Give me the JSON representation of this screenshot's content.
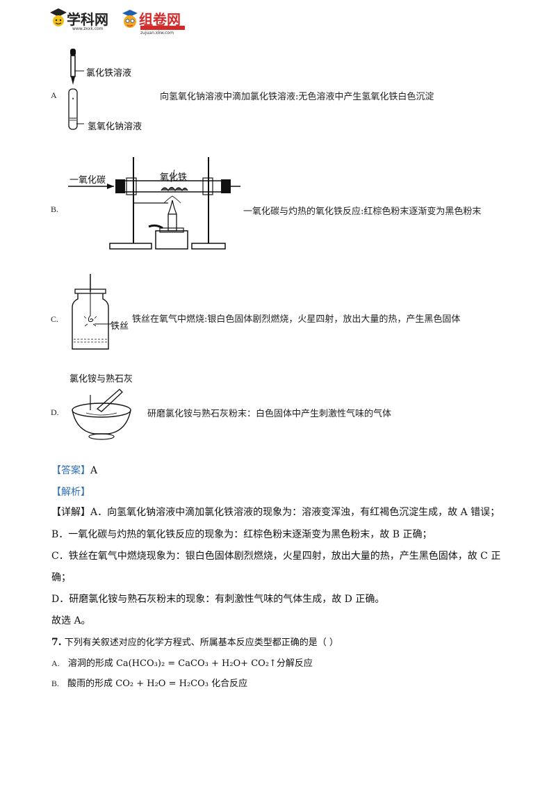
{
  "header": {
    "logo1_text": "学科网",
    "logo1_sub": "www.zxxk.com",
    "logo2_text": "组卷网",
    "logo2_sub": "zujuan.xkw.com"
  },
  "options": [
    {
      "letter": "A",
      "text": "向氢氧化钠溶液中滴加氯化铁溶液:无色溶液中产生氢氧化铁白色沉淀",
      "labels": [
        "氯化铁溶液",
        "氢氧化钠溶液"
      ]
    },
    {
      "letter": "B.",
      "text": "一氧化碳与灼热的氧化铁反应:红棕色粉末逐渐变为黑色粉末",
      "labels": [
        "一氧化碳",
        "氧化铁"
      ]
    },
    {
      "letter": "C.",
      "text": "铁丝在氧气中燃烧:银白色固体剧烈燃烧，火星四射，放出大量的热，产生黑色固体",
      "labels": [
        "铁丝"
      ]
    },
    {
      "letter": "D.",
      "text": "研磨氯化铵与熟石灰粉末：白色固体中产生刺激性气味的气体",
      "labels": [
        "氯化铵与熟石灰"
      ]
    }
  ],
  "answer": {
    "tag": "【答案】",
    "value": "A"
  },
  "analysis": {
    "tag": "【解析】"
  },
  "detail": {
    "tag": "【详解】",
    "lines": [
      "A．向氢氧化钠溶液中滴加氯化铁溶液的现象为：溶液变浑浊，有红褐色沉淀生成，故 A 错误；",
      "B．一氧化碳与灼热的氧化铁反应的现象为：红棕色粉末逐渐变为黑色粉末，故 B 正确；",
      "C．铁丝在氧气中燃烧现象为：银白色固体剧烈燃烧，火星四射，放出大量的热，产生黑色固体，故 C 正",
      "确；",
      "D．研磨氯化铵与熟石灰粉末的现象：有刺激性气味的气体生成，故 D 正确。",
      "故选 A。"
    ]
  },
  "question7": {
    "number": "7.",
    "stem": "下列有关叙述对应的化学方程式、所属基本反应类型都正确的是（    ）",
    "options": [
      {
        "letter": "A.",
        "text": "溶洞的形成 Ca(HCO₃)₂ = CaCO₃ + H₂O+ CO₂↑分解反应"
      },
      {
        "letter": "B.",
        "text": "酸雨的形成 CO₂ + H₂O = H₂CO₃    化合反应"
      }
    ]
  },
  "colors": {
    "accent": "#2f6fb5",
    "logo_red": "#d42a2a",
    "logo_blue": "#1f5fb0"
  }
}
